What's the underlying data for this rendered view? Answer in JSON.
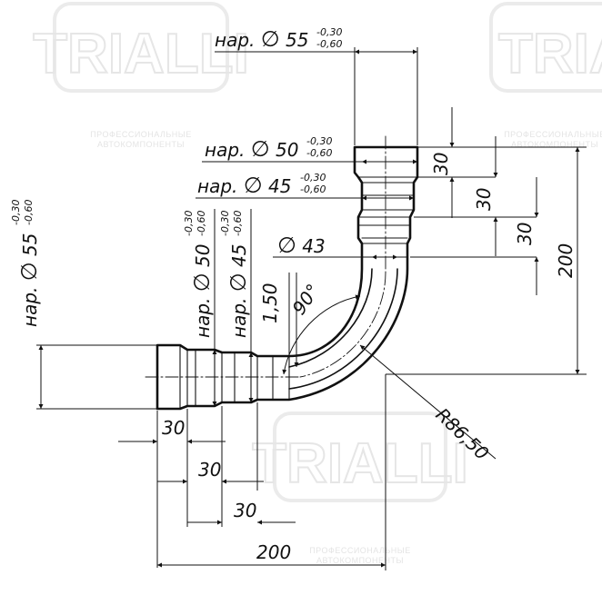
{
  "watermark": {
    "brand": "TRIALLI",
    "tagline_line1": "ПРОФЕССИОНАЛЬНЫЕ",
    "tagline_line2": "АВТОКОМПОНЕНТЫ"
  },
  "dimensions": {
    "top_outer": {
      "prefix": "нар.",
      "symbol": "∅",
      "value": "55",
      "tol_upper": "-0,30",
      "tol_lower": "-0,60"
    },
    "top_step1": {
      "prefix": "нар.",
      "symbol": "∅",
      "value": "50",
      "tol_upper": "-0,30",
      "tol_lower": "-0,60"
    },
    "top_step2": {
      "prefix": "нар.",
      "symbol": "∅",
      "value": "45",
      "tol_upper": "-0,30",
      "tol_lower": "-0,60"
    },
    "inner": {
      "symbol": "∅",
      "value": "43"
    },
    "left_outer": {
      "prefix": "нар.",
      "symbol": "∅",
      "value": "55",
      "tol_upper": "-0,30",
      "tol_lower": "-0,60"
    },
    "left_step1": {
      "prefix": "нар.",
      "symbol": "∅",
      "value": "50",
      "tol_upper": "-0,30",
      "tol_lower": "-0,60"
    },
    "left_step2": {
      "prefix": "нар.",
      "symbol": "∅",
      "value": "45",
      "tol_upper": "-0,30",
      "tol_lower": "-0,60"
    },
    "wall": "1,50",
    "angle": "90°",
    "radius": "R86,50",
    "vertical_steps": [
      "30",
      "30",
      "30"
    ],
    "horizontal_steps": [
      "30",
      "30",
      "30"
    ],
    "total_height": "200",
    "total_width": "200"
  }
}
